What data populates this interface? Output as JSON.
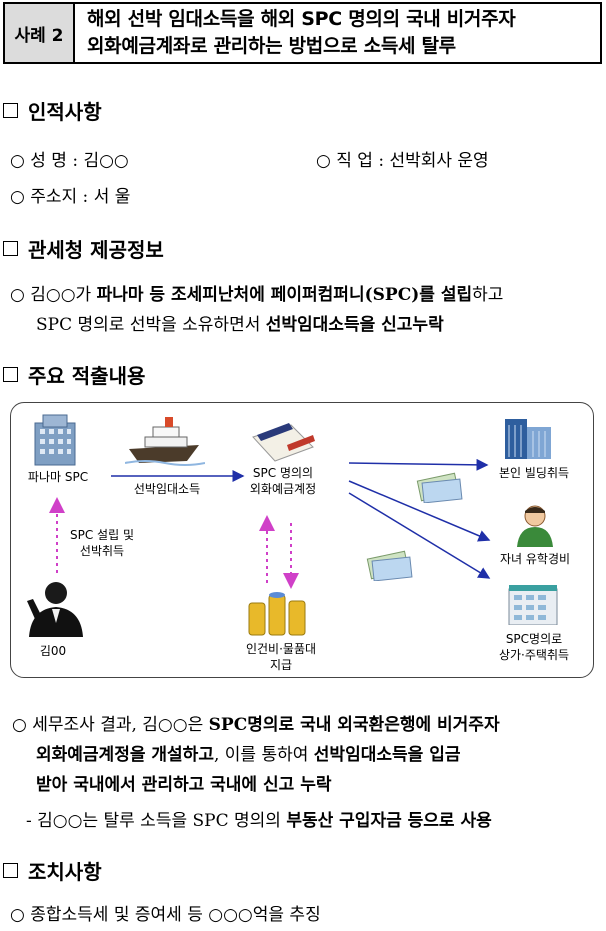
{
  "header": {
    "case_label": "사례 2",
    "title_line1": "해외 선박 임대소득을 해외 SPC 명의의 국내 비거주자",
    "title_line2": "외화예금계좌로 관리하는 방법으로 소득세 탈루"
  },
  "section1": {
    "heading": "인적사항",
    "name": "○ 성   명 : 김○○",
    "job": "○ 직  업 : 선박회사 운영",
    "address": "○ 주소지 : 서   울"
  },
  "section2": {
    "heading": "관세청 제공정보",
    "line1_a": "○ 김○○가 ",
    "line1_b": "파나마 등 조세피난처에 페이퍼컴퍼니(SPC)를 설립",
    "line1_c": "하고",
    "line2_a": "SPC 명의로 선박을 소유하면서 ",
    "line2_b": "선박임대소득을 신고누락"
  },
  "section3": {
    "heading": "주요 적출내용",
    "diagram": {
      "panama": "파나마 SPC",
      "rental": "선박임대소득",
      "account_line1": "SPC 명의의",
      "account_line2": "외화예금계정",
      "setup_line1": "SPC 설립 및",
      "setup_line2": "선박취득",
      "person": "김00",
      "wages_line1": "인건비·물품대",
      "wages_line2": "지급",
      "building": "본인 빌딩취득",
      "child": "자녀 유학경비",
      "store_line1": "SPC명의로",
      "store_line2": "상가·주택취득"
    },
    "p1_line1_a": "○ 세무조사 결과, 김○○은 ",
    "p1_line1_b": "SPC명의로 국내 외국환은행에 비거주자",
    "p1_line2_a": "외화예금계정을 개설하고",
    "p1_line2_b": ", 이를 통하여 ",
    "p1_line2_c": "선박임대소득을 입금",
    "p1_line3": "받아 국내에서 관리하고 국내에 신고 누락",
    "p2_a": "- 김○○는 탈루 소득을 SPC 명의의 ",
    "p2_b": "부동산 구입자금 등으로 사용"
  },
  "section4": {
    "heading": "조치사항",
    "line": "○ 종합소득세 및 증여세 등 ○○○억을 추징"
  },
  "colors": {
    "arrow": "#1f2fa8",
    "dashed": "#d040c8",
    "label_bg": "#dcdcdc"
  },
  "icons": [
    "building-icon",
    "ship-icon",
    "bankbook-icon",
    "office-tower-icon",
    "student-icon",
    "condo-icon",
    "businessman-icon",
    "coins-icon",
    "banknote-icon"
  ]
}
